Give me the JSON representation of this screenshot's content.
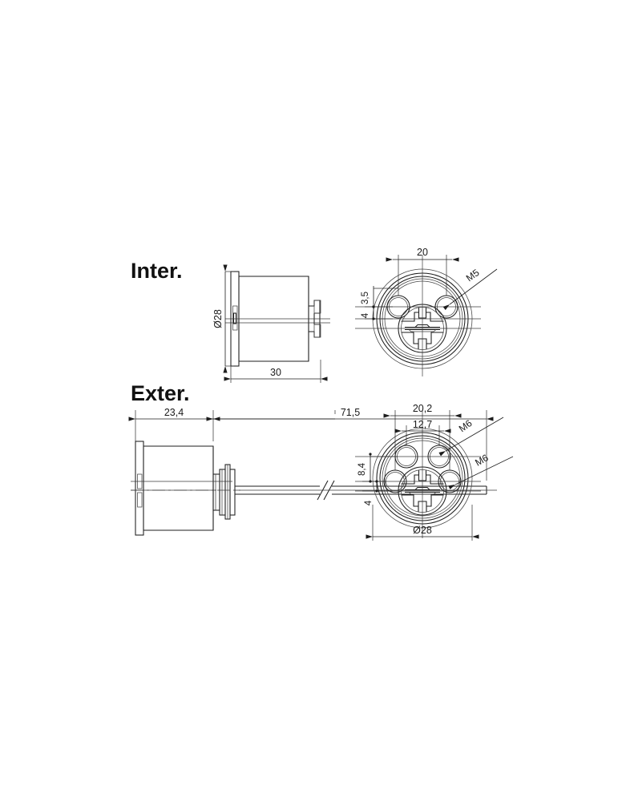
{
  "document": {
    "type": "technical-drawing",
    "title": "Cylinder dimensional drawing",
    "background_color": "#ffffff",
    "line_color": "#1d1d1d",
    "text_color": "#1a1a1a"
  },
  "views": {
    "interior": {
      "label": "Inter.",
      "side_view": {
        "diameter_label": "Ø28",
        "length_label": "30"
      },
      "face_view": {
        "width_label": "20",
        "offset_upper_label": "3,5",
        "offset_lower_label": "4",
        "thread_label": "M5",
        "hole_count": 2
      }
    },
    "exterior": {
      "label": "Exter.",
      "side_view": {
        "body_length_label": "23,4",
        "rod_length_label": "71,5"
      },
      "face_view": {
        "outer_width_label": "20,2",
        "inner_width_label": "12,7",
        "offset_upper_label": "8,4",
        "offset_lower_label": "4",
        "diameter_label": "Ø28",
        "thread_label_upper": "M6",
        "thread_label_lower": "M6",
        "hole_count": 4
      }
    }
  }
}
